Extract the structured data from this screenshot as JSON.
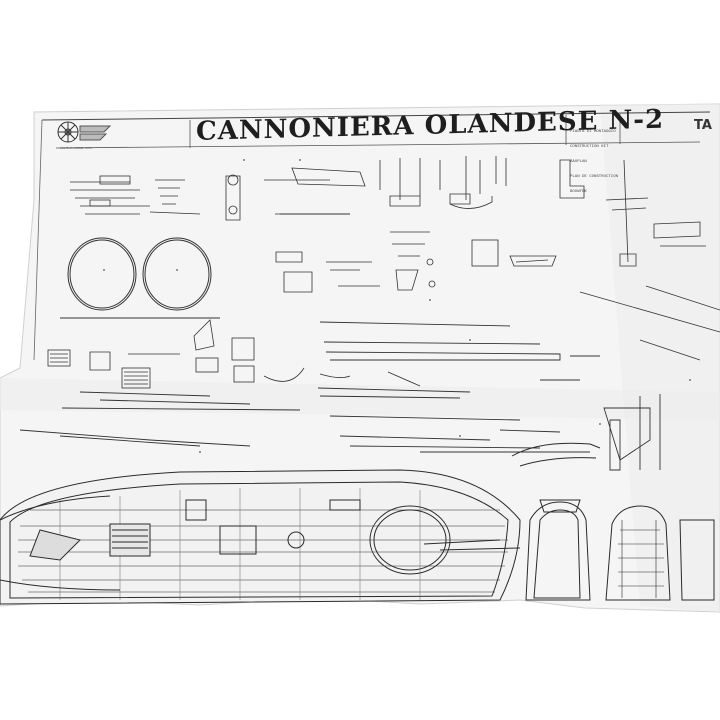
{
  "sheet": {
    "title": "CANNONIERA OLANDESE N-2",
    "corner_mark": "TA",
    "maker_caption": "MANTUA MODEL S.R.L.",
    "legend_lines": [
      "PIANTA DI MONTAGGIO",
      "CONSTRUCTION KIT",
      "BAUPLAN",
      "PLAN DE CONSTRUCTION",
      "BOUWTEK"
    ],
    "colors": {
      "paper": "#f6f6f6",
      "ink": "#2a2a2a",
      "background": "#ffffff"
    },
    "logo_icon": "ship-wheel-logo-icon"
  }
}
